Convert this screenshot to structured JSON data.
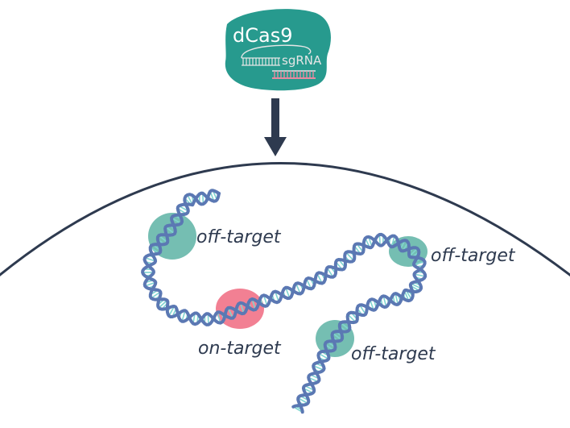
{
  "protein": {
    "name": "dCas9",
    "guide": "sgRNA"
  },
  "labels": {
    "off_target_1": "off-target",
    "off_target_2": "off-target",
    "off_target_3": "off-target",
    "on_target": "on-target"
  },
  "colors": {
    "protein": "#279a8e",
    "dna_backbone": "#5b78b3",
    "dna_rungs": "#7fd4d0",
    "off_target_highlight": "#47a898",
    "on_target_highlight": "#f06a80",
    "sgrna_stem": "#d8dde2",
    "sgrna_target": "#e88aa0",
    "arrow": "#2e3a4f",
    "nucleus": "#2e3a4f",
    "text": "#2e3a4f"
  }
}
